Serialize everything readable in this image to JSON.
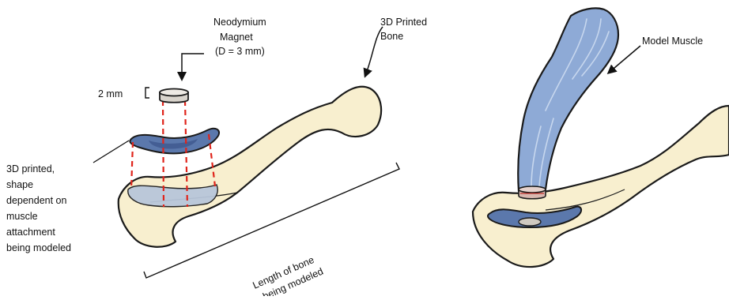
{
  "labels": {
    "magnet_line1": "Neodymium",
    "magnet_line2": "Magnet",
    "magnet_line3": "(D = 3 mm)",
    "bone_line1": "3D Printed",
    "bone_line2": "Bone",
    "thickness": "2 mm",
    "attach_line1": "3D printed,",
    "attach_line2": "shape",
    "attach_line3": "dependent on",
    "attach_line4": "muscle",
    "attach_line5": "attachment",
    "attach_line6": "being modeled",
    "length_line1": "Length of bone",
    "length_line2": "being modeled",
    "muscle": "Model Muscle"
  },
  "colors": {
    "bone_fill": "#f8efcf",
    "outline": "#1a1a1a",
    "attachment_fill": "#5b78ac",
    "attachment_dark": "#3a528a",
    "muscle_fill": "#8eaad6",
    "muscle_stripe": "#c7d7ee",
    "magnet_fill": "#d9d4cc",
    "guide_line": "#e0241b"
  }
}
